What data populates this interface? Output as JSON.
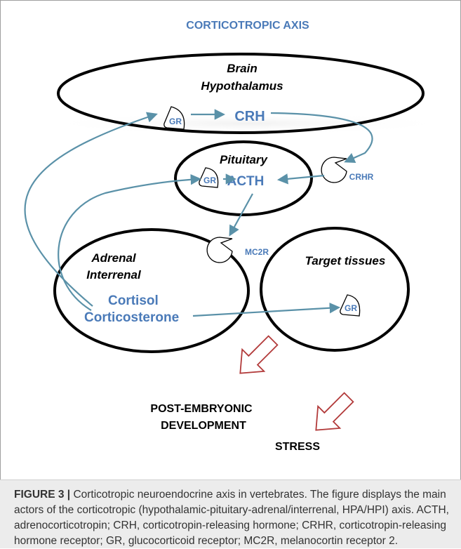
{
  "figure": {
    "title": "CORTICOTROPIC AXIS",
    "organs": {
      "brain_line1": "Brain",
      "brain_line2": "Hypothalamus",
      "pituitary": "Pituitary",
      "adrenal_line1": "Adrenal",
      "adrenal_line2": "Interrenal",
      "target": "Target tissues"
    },
    "hormones": {
      "crh": "CRH",
      "acth": "ACTH",
      "cortisol": "Cortisol",
      "corticosterone": "Corticosterone"
    },
    "receptors": {
      "gr_brain": "GR",
      "gr_pituitary": "GR",
      "gr_target": "GR",
      "crhr": "CRHR",
      "mc2r": "MC2R"
    },
    "outcomes": {
      "development_line1": "POST-EMBRYONIC",
      "development_line2": "DEVELOPMENT",
      "stress": "STRESS"
    },
    "colors": {
      "title_blue": "#4a7ab8",
      "arrow_teal": "#5a91a8",
      "outcome_arrow_red": "#b23a3a",
      "caption_background": "#ececec"
    }
  },
  "caption": {
    "label": "FIGURE 3 |",
    "text": "Corticotropic neuroendocrine axis in vertebrates. The figure displays the main actors of the corticotropic (hypothalamic-pituitary-adrenal/interrenal, HPA/HPI) axis. ACTH, adrenocorticotropin; CRH, corticotropin-releasing hormone; CRHR, corticotropin-releasing hormone receptor; GR, glucocorticoid receptor; MC2R, melanocortin receptor 2."
  }
}
